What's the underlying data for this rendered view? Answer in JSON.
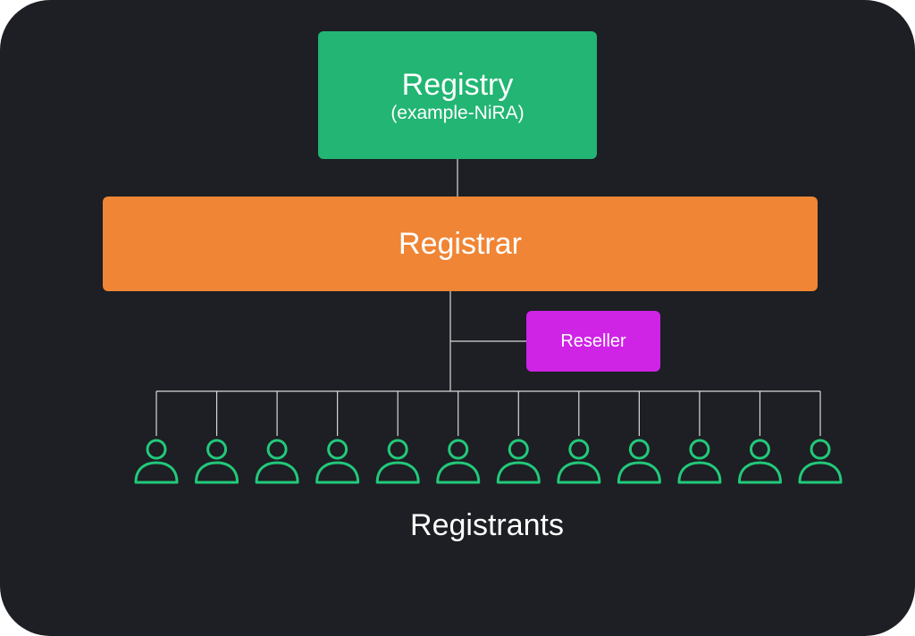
{
  "registry": {
    "title": "Registry",
    "subtitle": "(example-NiRA)"
  },
  "registrar": {
    "title": "Registrar"
  },
  "reseller": {
    "title": "Reseller"
  },
  "registrants": {
    "label": "Registrants",
    "count": 12,
    "icon": "person-icon"
  },
  "colors": {
    "background": "#1d1f24",
    "registry": "#22b573",
    "registrar": "#ef8535",
    "reseller": "#cf23e6",
    "registrant_icon": "#22c97a",
    "connector": "#d9d9d9"
  }
}
